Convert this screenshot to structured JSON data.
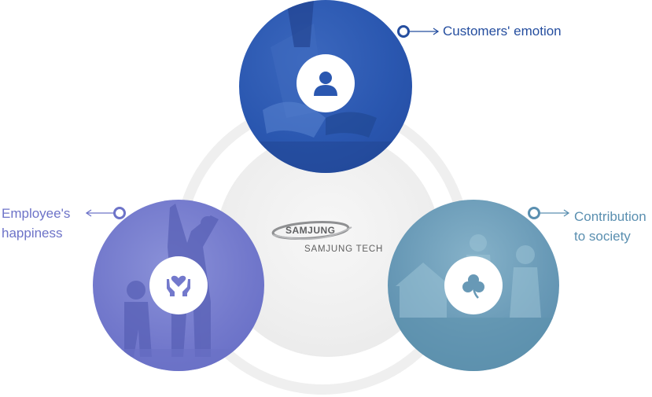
{
  "center": {
    "logo_word": "SAMJUNG",
    "company_name": "SAMJUNG TECH"
  },
  "nodes": {
    "top": {
      "label": "Customers' emotion",
      "icon": "person-icon",
      "color": "#2a57b0"
    },
    "left": {
      "label_line1": "Employee's",
      "label_line2": "happiness",
      "icon": "heart-hands-icon",
      "color": "#7379cc"
    },
    "right": {
      "label_line1": "Contribution",
      "label_line2": "to society",
      "icon": "clover-icon",
      "color": "#6899b6"
    }
  }
}
